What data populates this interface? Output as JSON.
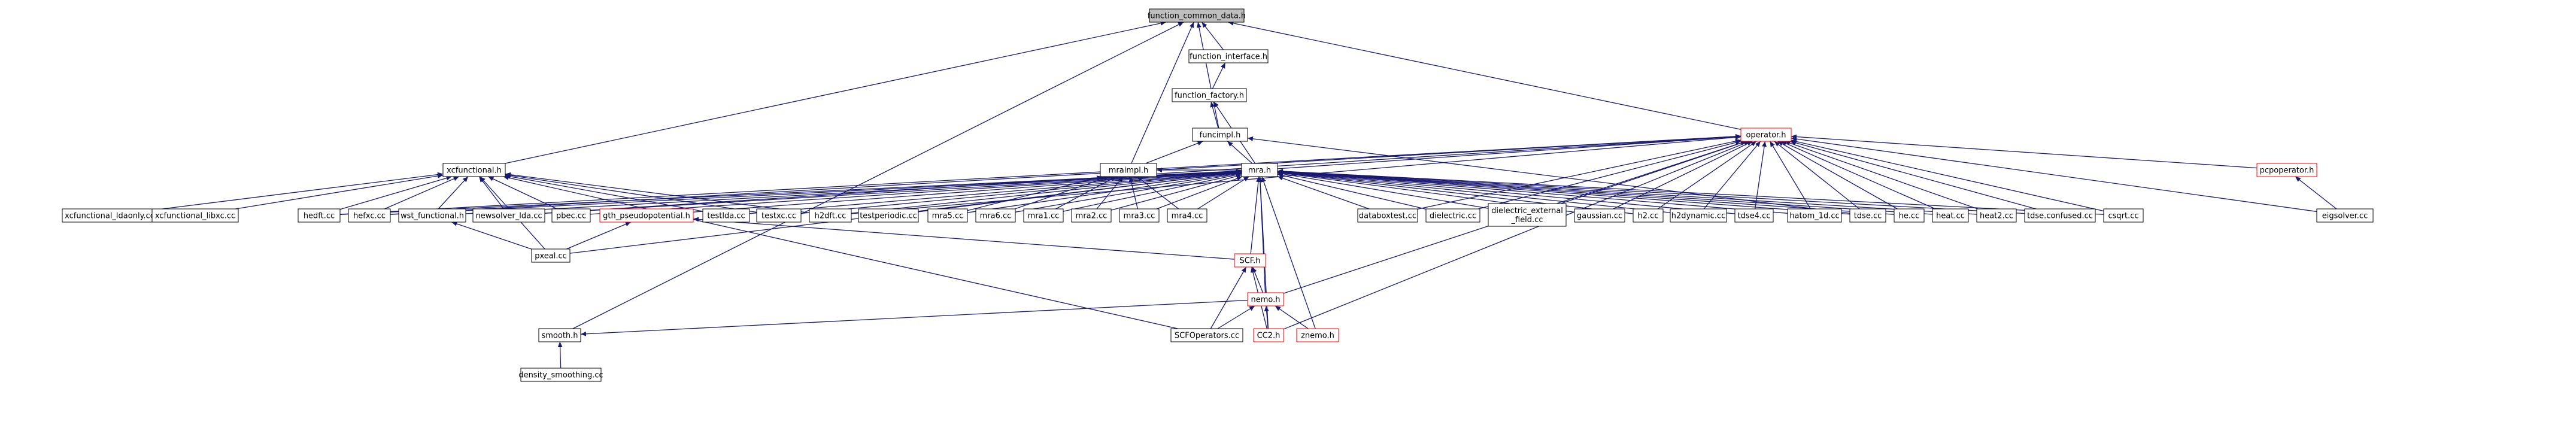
{
  "graph": {
    "colors": {
      "edge": "#191970",
      "node_border": "#000000",
      "node_border_truncated": "#ff0000",
      "node_fill": "#ffffff",
      "root_fill": "#bfbfbf",
      "text": "#000000"
    },
    "nodes": [
      {
        "id": "function_common_data_h",
        "label": "function_common_data.h",
        "root": true
      },
      {
        "id": "function_interface_h",
        "label": "function_interface.h"
      },
      {
        "id": "function_factory_h",
        "label": "function_factory.h"
      },
      {
        "id": "funcimpl_h",
        "label": "funcimpl.h"
      },
      {
        "id": "operator_h",
        "label": "operator.h",
        "truncated": true
      },
      {
        "id": "mraimpl_h",
        "label": "mraimpl.h"
      },
      {
        "id": "xcfunctional_h",
        "label": "xcfunctional.h"
      },
      {
        "id": "mra_h",
        "label": "mra.h"
      },
      {
        "id": "pcpoperator_h",
        "label": "pcpoperator.h",
        "truncated": true
      },
      {
        "id": "eigsolver_cc",
        "label": "eigsolver.cc"
      },
      {
        "id": "xcfunctional_ldaonly_cc",
        "label": "xcfunctional_ldaonly.cc"
      },
      {
        "id": "xcfunctional_libxc_cc",
        "label": "xcfunctional_libxc.cc"
      },
      {
        "id": "hedft_cc",
        "label": "hedft.cc"
      },
      {
        "id": "hefxc_cc",
        "label": "hefxc.cc"
      },
      {
        "id": "wst_functional_h",
        "label": "wst_functional.h"
      },
      {
        "id": "newsolver_lda_cc",
        "label": "newsolver_lda.cc"
      },
      {
        "id": "pbec_cc",
        "label": "pbec.cc"
      },
      {
        "id": "gth_pseudopotential_h",
        "label": "gth_pseudopotential.h",
        "truncated": true
      },
      {
        "id": "testlda_cc",
        "label": "testlda.cc"
      },
      {
        "id": "testxc_cc",
        "label": "testxc.cc"
      },
      {
        "id": "h2dft_cc",
        "label": "h2dft.cc"
      },
      {
        "id": "testperiodic_cc",
        "label": "testperiodic.cc"
      },
      {
        "id": "mra5_cc",
        "label": "mra5.cc"
      },
      {
        "id": "mra6_cc",
        "label": "mra6.cc"
      },
      {
        "id": "mra1_cc",
        "label": "mra1.cc"
      },
      {
        "id": "mra2_cc",
        "label": "mra2.cc"
      },
      {
        "id": "mra3_cc",
        "label": "mra3.cc"
      },
      {
        "id": "mra4_cc",
        "label": "mra4.cc"
      },
      {
        "id": "databoxtest_cc",
        "label": "databoxtest.cc"
      },
      {
        "id": "dielectric_cc",
        "label": "dielectric.cc"
      },
      {
        "id": "dielectric_external_field_cc",
        "label": "dielectric_external\n_field.cc"
      },
      {
        "id": "gaussian_cc",
        "label": "gaussian.cc"
      },
      {
        "id": "h2_cc",
        "label": "h2.cc"
      },
      {
        "id": "h2dynamic_cc",
        "label": "h2dynamic.cc"
      },
      {
        "id": "tdse4_cc",
        "label": "tdse4.cc"
      },
      {
        "id": "hatom_1d_cc",
        "label": "hatom_1d.cc"
      },
      {
        "id": "tdse_cc",
        "label": "tdse.cc"
      },
      {
        "id": "he_cc",
        "label": "he.cc"
      },
      {
        "id": "heat_cc",
        "label": "heat.cc"
      },
      {
        "id": "heat2_cc",
        "label": "heat2.cc"
      },
      {
        "id": "tdse_confused_cc",
        "label": "tdse.confused.cc"
      },
      {
        "id": "csqrt_cc",
        "label": "csqrt.cc"
      },
      {
        "id": "pxeal_cc",
        "label": "pxeal.cc"
      },
      {
        "id": "scf_h",
        "label": "SCF.h",
        "truncated": true
      },
      {
        "id": "nemo_h",
        "label": "nemo.h",
        "truncated": true
      },
      {
        "id": "smooth_h",
        "label": "smooth.h"
      },
      {
        "id": "scfoperators_cc",
        "label": "SCFOperators.cc"
      },
      {
        "id": "cc2_h",
        "label": "CC2.h",
        "truncated": true
      },
      {
        "id": "znemo_h",
        "label": "znemo.h",
        "truncated": true
      },
      {
        "id": "density_smoothing_cc",
        "label": "density_smoothing.cc"
      }
    ],
    "edges": [
      [
        "function_interface_h",
        "function_common_data_h"
      ],
      [
        "mraimpl_h",
        "function_common_data_h"
      ],
      [
        "funcimpl_h",
        "function_common_data_h"
      ],
      [
        "operator_h",
        "function_common_data_h"
      ],
      [
        "xcfunctional_h",
        "function_common_data_h"
      ],
      [
        "smooth_h",
        "function_common_data_h"
      ],
      [
        "function_factory_h",
        "function_interface_h"
      ],
      [
        "funcimpl_h",
        "function_factory_h"
      ],
      [
        "mra_h",
        "function_factory_h"
      ],
      [
        "mraimpl_h",
        "funcimpl_h"
      ],
      [
        "mra_h",
        "funcimpl_h"
      ],
      [
        "tdse_cc",
        "funcimpl_h"
      ],
      [
        "mra_h",
        "mraimpl_h"
      ],
      [
        "mra1_cc",
        "mraimpl_h"
      ],
      [
        "mra2_cc",
        "mraimpl_h"
      ],
      [
        "mra3_cc",
        "mraimpl_h"
      ],
      [
        "mra4_cc",
        "mraimpl_h"
      ],
      [
        "mra5_cc",
        "mraimpl_h"
      ],
      [
        "mra6_cc",
        "mraimpl_h"
      ],
      [
        "mra_h",
        "operator_h"
      ],
      [
        "pcpoperator_h",
        "operator_h"
      ],
      [
        "nemo_h",
        "operator_h"
      ],
      [
        "cc2_h",
        "operator_h"
      ],
      [
        "hedft_cc",
        "operator_h"
      ],
      [
        "hefxc_cc",
        "operator_h"
      ],
      [
        "h2dft_cc",
        "operator_h"
      ],
      [
        "databoxtest_cc",
        "operator_h"
      ],
      [
        "dielectric_cc",
        "operator_h"
      ],
      [
        "dielectric_external_field_cc",
        "operator_h"
      ],
      [
        "gaussian_cc",
        "operator_h"
      ],
      [
        "h2_cc",
        "operator_h"
      ],
      [
        "h2dynamic_cc",
        "operator_h"
      ],
      [
        "tdse4_cc",
        "operator_h"
      ],
      [
        "hatom_1d_cc",
        "operator_h"
      ],
      [
        "tdse_cc",
        "operator_h"
      ],
      [
        "he_cc",
        "operator_h"
      ],
      [
        "heat_cc",
        "operator_h"
      ],
      [
        "heat2_cc",
        "operator_h"
      ],
      [
        "tdse_confused_cc",
        "operator_h"
      ],
      [
        "csqrt_cc",
        "operator_h"
      ],
      [
        "eigsolver_cc",
        "operator_h"
      ],
      [
        "newsolver_lda_cc",
        "operator_h"
      ],
      [
        "eigsolver_cc",
        "pcpoperator_h"
      ],
      [
        "xcfunctional_ldaonly_cc",
        "xcfunctional_h"
      ],
      [
        "xcfunctional_libxc_cc",
        "xcfunctional_h"
      ],
      [
        "hedft_cc",
        "xcfunctional_h"
      ],
      [
        "hefxc_cc",
        "xcfunctional_h"
      ],
      [
        "wst_functional_h",
        "xcfunctional_h"
      ],
      [
        "newsolver_lda_cc",
        "xcfunctional_h"
      ],
      [
        "pbec_cc",
        "xcfunctional_h"
      ],
      [
        "testlda_cc",
        "xcfunctional_h"
      ],
      [
        "testxc_cc",
        "xcfunctional_h"
      ],
      [
        "h2dft_cc",
        "xcfunctional_h"
      ],
      [
        "pxeal_cc",
        "xcfunctional_h"
      ],
      [
        "scfoperators_cc",
        "xcfunctional_h"
      ],
      [
        "hedft_cc",
        "mra_h"
      ],
      [
        "hefxc_cc",
        "mra_h"
      ],
      [
        "wst_functional_h",
        "mra_h"
      ],
      [
        "newsolver_lda_cc",
        "mra_h"
      ],
      [
        "pbec_cc",
        "mra_h"
      ],
      [
        "gth_pseudopotential_h",
        "mra_h"
      ],
      [
        "testlda_cc",
        "mra_h"
      ],
      [
        "testxc_cc",
        "mra_h"
      ],
      [
        "h2dft_cc",
        "mra_h"
      ],
      [
        "testperiodic_cc",
        "mra_h"
      ],
      [
        "mra5_cc",
        "mra_h"
      ],
      [
        "mra6_cc",
        "mra_h"
      ],
      [
        "mra1_cc",
        "mra_h"
      ],
      [
        "mra2_cc",
        "mra_h"
      ],
      [
        "mra3_cc",
        "mra_h"
      ],
      [
        "mra4_cc",
        "mra_h"
      ],
      [
        "databoxtest_cc",
        "mra_h"
      ],
      [
        "dielectric_cc",
        "mra_h"
      ],
      [
        "dielectric_external_field_cc",
        "mra_h"
      ],
      [
        "gaussian_cc",
        "mra_h"
      ],
      [
        "h2_cc",
        "mra_h"
      ],
      [
        "h2dynamic_cc",
        "mra_h"
      ],
      [
        "tdse4_cc",
        "mra_h"
      ],
      [
        "hatom_1d_cc",
        "mra_h"
      ],
      [
        "tdse_cc",
        "mra_h"
      ],
      [
        "he_cc",
        "mra_h"
      ],
      [
        "heat_cc",
        "mra_h"
      ],
      [
        "heat2_cc",
        "mra_h"
      ],
      [
        "tdse_confused_cc",
        "mra_h"
      ],
      [
        "csqrt_cc",
        "mra_h"
      ],
      [
        "pxeal_cc",
        "mra_h"
      ],
      [
        "scf_h",
        "mra_h"
      ],
      [
        "nemo_h",
        "mra_h"
      ],
      [
        "cc2_h",
        "mra_h"
      ],
      [
        "znemo_h",
        "mra_h"
      ],
      [
        "pxeal_cc",
        "wst_functional_h"
      ],
      [
        "pxeal_cc",
        "gth_pseudopotential_h"
      ],
      [
        "scf_h",
        "gth_pseudopotential_h"
      ],
      [
        "nemo_h",
        "scf_h"
      ],
      [
        "scfoperators_cc",
        "scf_h"
      ],
      [
        "cc2_h",
        "scf_h"
      ],
      [
        "scfoperators_cc",
        "nemo_h"
      ],
      [
        "cc2_h",
        "nemo_h"
      ],
      [
        "znemo_h",
        "nemo_h"
      ],
      [
        "density_smoothing_cc",
        "smooth_h"
      ],
      [
        "nemo_h",
        "smooth_h"
      ]
    ]
  }
}
